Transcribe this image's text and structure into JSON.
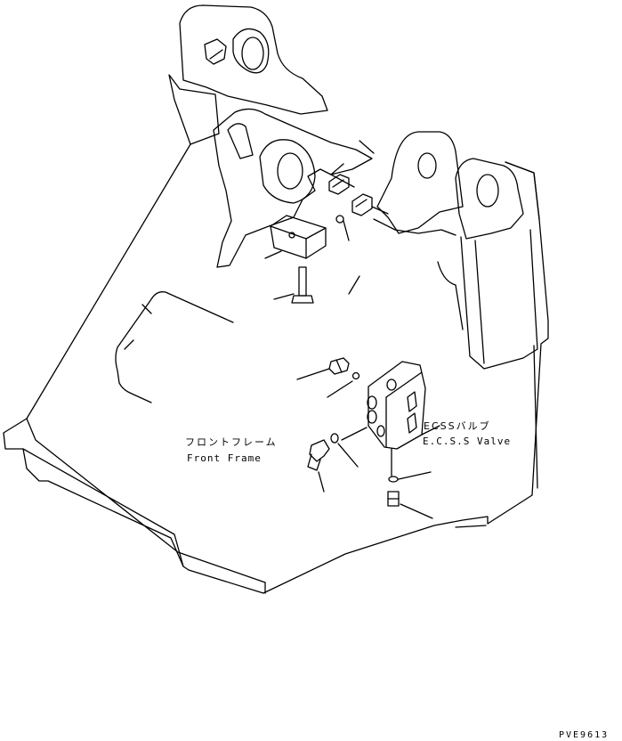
{
  "labels": {
    "front_frame_jp": "フロントフレーム",
    "front_frame_en": "Front Frame",
    "ecss_valve_jp": "ECSSバルブ",
    "ecss_valve_en": "E.C.S.S Valve",
    "drawing_code": "PVE9613"
  },
  "colors": {
    "line": "#000000",
    "background": "#ffffff"
  }
}
